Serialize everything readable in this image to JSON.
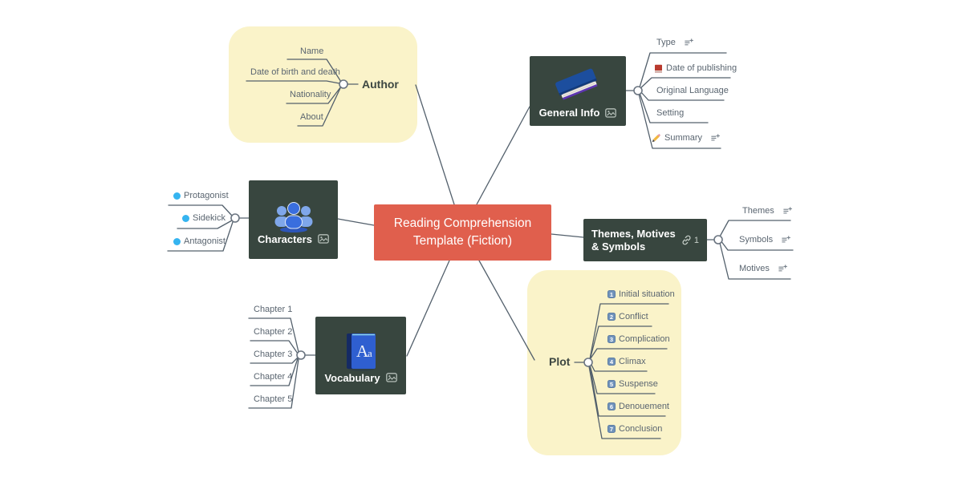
{
  "root": {
    "label": "Reading Comprehension Template (Fiction)",
    "color": "#e05f4d"
  },
  "branches": [
    {
      "label": "Author",
      "items": [
        {
          "label": "Name"
        },
        {
          "label": "Date of birth and death"
        },
        {
          "label": "Nationality"
        },
        {
          "label": "About"
        }
      ]
    },
    {
      "label": "General Info",
      "icons": [
        "blue-book-image",
        "image-attachment-icon"
      ],
      "items": [
        {
          "label": "Type",
          "icons": [
            "add-note-icon"
          ]
        },
        {
          "label": "Date of publishing",
          "icons": [
            "red-book-emoji"
          ]
        },
        {
          "label": "Original Language"
        },
        {
          "label": "Setting"
        },
        {
          "label": "Summary",
          "icons": [
            "pencil-emoji",
            "add-note-icon"
          ]
        }
      ]
    },
    {
      "label": "Characters",
      "icons": [
        "people-image",
        "image-attachment-icon"
      ],
      "items": [
        {
          "label": "Protagonist",
          "icons": [
            "blue-dot"
          ]
        },
        {
          "label": "Sidekick",
          "icons": [
            "blue-dot"
          ]
        },
        {
          "label": "Antagonist",
          "icons": [
            "blue-dot"
          ]
        }
      ]
    },
    {
      "label": "Themes, Motives & Symbols",
      "link_count": "1",
      "icons": [
        "link-icon"
      ],
      "items": [
        {
          "label": "Themes",
          "icons": [
            "add-note-icon"
          ]
        },
        {
          "label": "Symbols",
          "icons": [
            "add-note-icon"
          ]
        },
        {
          "label": "Motives",
          "icons": [
            "add-note-icon"
          ]
        }
      ]
    },
    {
      "label": "Vocabulary",
      "icons": [
        "dictionary-image",
        "image-attachment-icon"
      ],
      "items": [
        {
          "label": "Chapter 1"
        },
        {
          "label": "Chapter 2"
        },
        {
          "label": "Chapter 3"
        },
        {
          "label": "Chapter 4"
        },
        {
          "label": "Chapter 5"
        }
      ]
    },
    {
      "label": "Plot",
      "items": [
        {
          "label": "Initial situation",
          "badge": "1"
        },
        {
          "label": "Conflict",
          "badge": "2"
        },
        {
          "label": "Complication",
          "badge": "3"
        },
        {
          "label": "Climax",
          "badge": "4"
        },
        {
          "label": "Suspense",
          "badge": "5"
        },
        {
          "label": "Denouement",
          "badge": "6"
        },
        {
          "label": "Conclusion",
          "badge": "7"
        }
      ]
    }
  ],
  "colors": {
    "root_node": "#e05f4d",
    "dark_node": "#38463f",
    "group_background": "#faf3c9",
    "connector_line": "#53606c",
    "bullet_dot": "#35b4f0",
    "number_badge": "#7193bb"
  }
}
